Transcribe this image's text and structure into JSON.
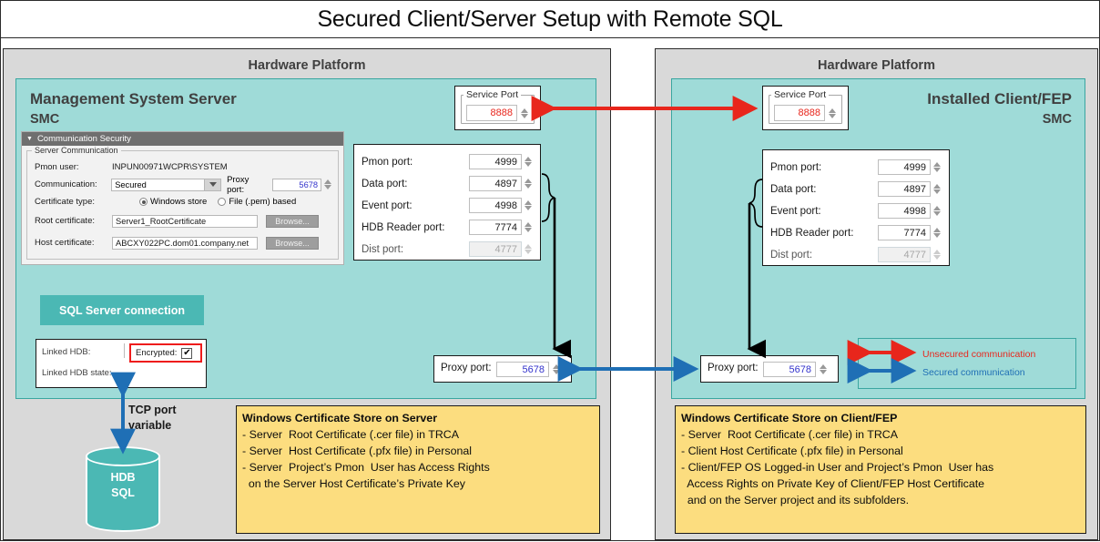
{
  "title": "Secured Client/Server Setup with Remote SQL",
  "colors": {
    "unsecured": "#e8261c",
    "secured": "#1f6fb5",
    "teal": "#9fdbd8",
    "teal_accent": "#4bb8b4",
    "note": "#fcdd7f",
    "platform": "#d9d9d9"
  },
  "left_platform": {
    "label": "Hardware Platform",
    "machine_title": "Management System Server",
    "machine_subtitle": "SMC",
    "service_port": {
      "legend": "Service Port",
      "value": "8888"
    },
    "ports": {
      "rows": [
        {
          "label": "Pmon port:",
          "value": "4999",
          "disabled": false
        },
        {
          "label": "Data port:",
          "value": "4897",
          "disabled": false
        },
        {
          "label": "Event port:",
          "value": "4998",
          "disabled": false
        },
        {
          "label": "HDB Reader port:",
          "value": "7774",
          "disabled": false
        },
        {
          "label": "Dist port:",
          "value": "4777",
          "disabled": true
        }
      ]
    },
    "comm_security": {
      "header": "Communication Security",
      "group_legend": "Server Communication",
      "pmon_user_label": "Pmon user:",
      "pmon_user_value": "INPUN00971WCPR\\SYSTEM",
      "communication_label": "Communication:",
      "communication_value": "Secured",
      "proxy_port_label": "Proxy port:",
      "proxy_port_value": "5678",
      "certificate_type_label": "Certificate type:",
      "cert_opt_windows": "Windows store",
      "cert_opt_file": "File (.pem) based",
      "root_cert_label": "Root certificate:",
      "root_cert_value": "Server1_RootCertificate",
      "host_cert_label": "Host certificate:",
      "host_cert_value": "ABCXY022PC.dom01.company.net",
      "browse_label": "Browse..."
    },
    "sql_button": "SQL Server connection",
    "sql_box": {
      "linked_hdb_label": "Linked HDB:",
      "linked_hdb_state_label": "Linked HDB state:",
      "encrypted_label": "Encrypted:",
      "encrypted_checked": "✔"
    },
    "proxy_port_box": {
      "label": "Proxy port:",
      "value": "5678"
    },
    "tcp_label": "TCP port\nvariable",
    "database": {
      "line1": "HDB",
      "line2": "SQL"
    },
    "note": {
      "heading": "Windows Certificate Store on Server",
      "lines": [
        "- Server  Root Certificate (.cer file) in TRCA",
        "- Server  Host Certificate (.pfx file) in Personal",
        "- Server  Project’s Pmon  User has Access Rights",
        "  on the Server Host Certificate’s Private Key"
      ]
    }
  },
  "right_platform": {
    "label": "Hardware Platform",
    "machine_title": "Installed Client/FEP",
    "machine_subtitle": "SMC",
    "service_port": {
      "legend": "Service Port",
      "value": "8888"
    },
    "ports": {
      "rows": [
        {
          "label": "Pmon port:",
          "value": "4999",
          "disabled": false
        },
        {
          "label": "Data port:",
          "value": "4897",
          "disabled": false
        },
        {
          "label": "Event port:",
          "value": "4998",
          "disabled": false
        },
        {
          "label": "HDB Reader port:",
          "value": "7774",
          "disabled": false
        },
        {
          "label": "Dist port:",
          "value": "4777",
          "disabled": true
        }
      ]
    },
    "proxy_port_box": {
      "label": "Proxy port:",
      "value": "5678"
    },
    "note": {
      "heading": "Windows Certificate Store on Client/FEP",
      "lines": [
        "- Server  Root Certificate (.cer file) in TRCA",
        "- Client Host Certificate (.pfx file) in Personal",
        "- Client/FEP OS Logged-in User and Project’s Pmon  User has",
        "  Access Rights on Private Key of Client/FEP Host Certificate",
        "  and on the Server project and its subfolders."
      ]
    }
  },
  "legend": {
    "unsecured": "Unsecured communication",
    "secured": "Secured  communication"
  }
}
